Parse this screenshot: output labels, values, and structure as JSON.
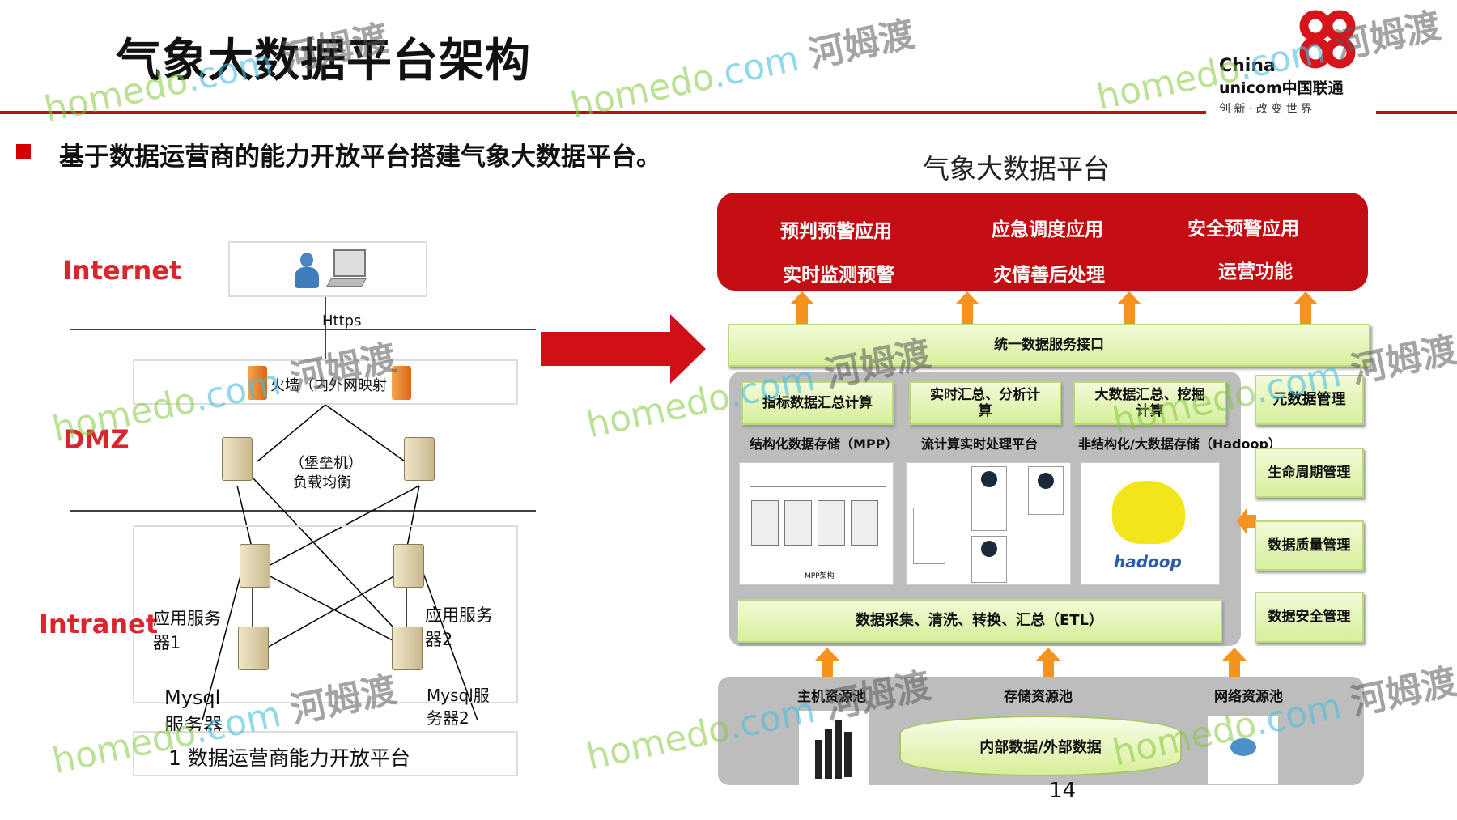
{
  "slide": {
    "title": "气象大数据平台架构",
    "bullet": "基于数据运营商的能力开放平台搭建气象大数据平台。",
    "page_number": "14"
  },
  "logo": {
    "line1": "China",
    "line2": "unicom中国联通",
    "slogan": "创 新 · 改 变 世 界"
  },
  "left_diagram": {
    "zones": [
      "Internet",
      "DMZ",
      "Intranet"
    ],
    "https": "Https",
    "firewall": "火墙（内外网映射",
    "bastion": [
      "（堡垒机）",
      "负载均衡"
    ],
    "app_server_1": [
      "应用服务",
      "器1"
    ],
    "app_server_2": [
      "应用服务",
      "器2"
    ],
    "mysql_1": [
      "Mysql",
      "服务器"
    ],
    "mysql_2": [
      "Mysql服",
      "务器2"
    ],
    "caption": "1  数据运营商能力开放平台"
  },
  "right_diagram": {
    "title": "气象大数据平台",
    "apps": [
      "预判预警应用",
      "应急调度应用",
      "安全预警应用",
      "实时监测预警",
      "灾情善后处理",
      "运营功能"
    ],
    "service_interface": "统一数据服务接口",
    "compute": [
      "指标数据汇总计算",
      "实时汇总、分析计算",
      "大数据汇总、挖掘计算"
    ],
    "storage": [
      "结构化数据存储（MPP）",
      "流计算实时处理平台",
      "非结构化/大数据存储（Hadoop）"
    ],
    "mpp_caption": "MPP架构",
    "hadoop": "hadoop",
    "etl": "数据采集、清洗、转换、汇总（ETL）",
    "management": [
      "元数据管理",
      "生命周期管理",
      "数据质量管理",
      "数据安全管理"
    ],
    "resources": [
      "主机资源池",
      "存储资源池",
      "网络资源池"
    ],
    "data_store": "内部数据/外部数据"
  },
  "watermark": {
    "site": "homedo",
    "tld": ".com",
    "name": "河姆渡"
  },
  "colors": {
    "brand_red": "#c40d12",
    "arrow_orange": "#f6931e",
    "label_red": "#d9252b"
  }
}
